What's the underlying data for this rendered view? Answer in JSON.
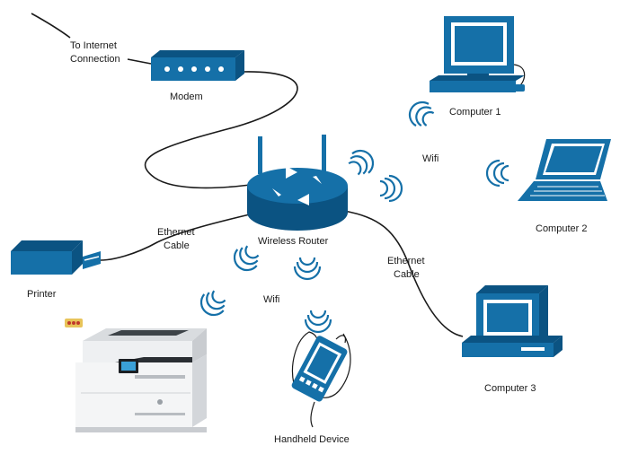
{
  "colors": {
    "device": "#1570a8",
    "device_dark": "#0b5382",
    "line": "#1a1a1a",
    "wave": "#1570a8"
  },
  "labels": {
    "internet_line1": "To Internet",
    "internet_line2": "Connection",
    "modem": "Modem",
    "wifi_right": "Wifi",
    "wifi_bottom": "Wifi",
    "computer1": "Computer 1",
    "computer2": "Computer 2",
    "computer3": "Computer 3",
    "router": "Wireless Router",
    "ethernet_left_line1": "Ethernet",
    "ethernet_left_line2": "Cable",
    "ethernet_right_line1": "Ethernet",
    "ethernet_right_line2": "Cable",
    "printer": "Printer",
    "handheld": "Handheld Device"
  },
  "icons": {
    "modem": "modem-icon",
    "router": "router-icon",
    "computer1": "desktop-computer-icon",
    "computer2": "laptop-icon",
    "computer3": "desktop-computer-icon",
    "printer": "printer-icon",
    "handheld": "handheld-device-icon",
    "photo": "laser-printer-photo"
  }
}
